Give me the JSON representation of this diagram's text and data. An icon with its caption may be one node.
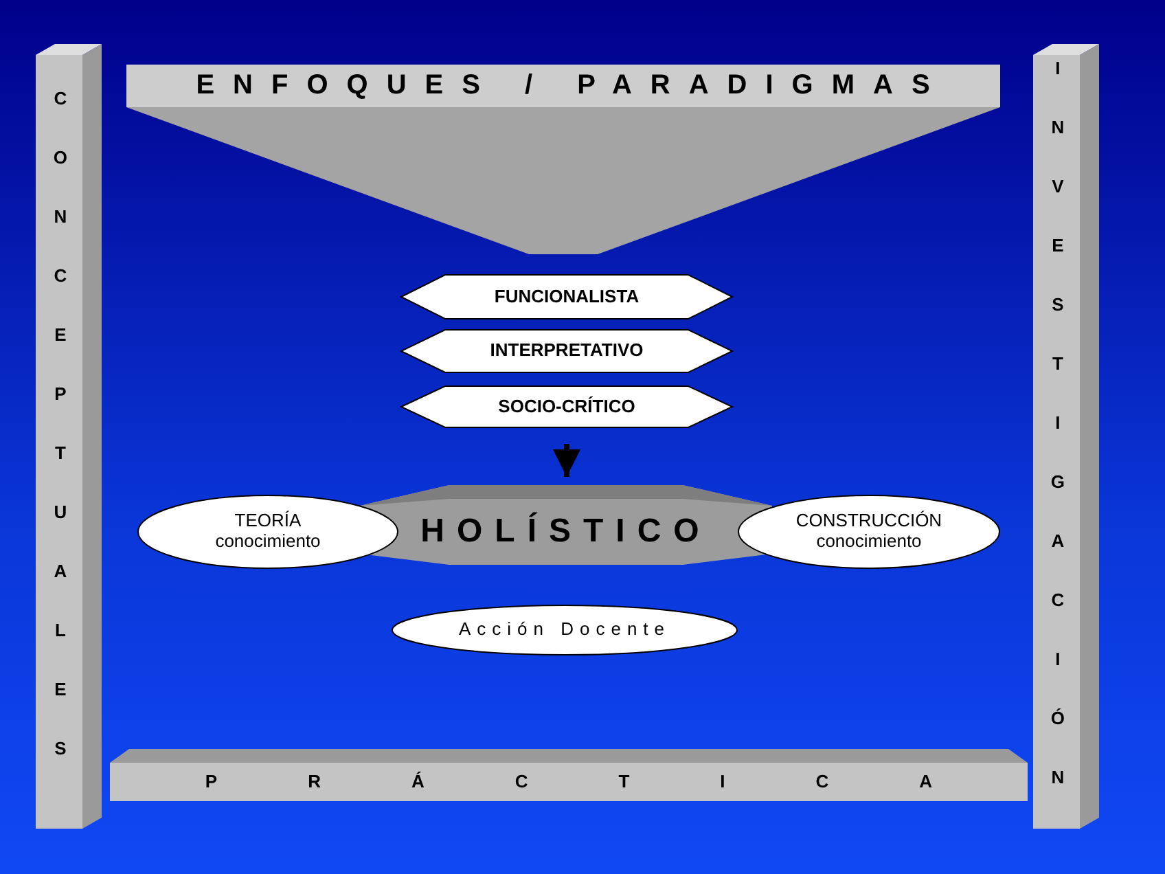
{
  "diagram": {
    "nodes": [
      {
        "text": [
          "ENFOQUES / PARADIGMAS"
        ]
      },
      {
        "text": [
          "CONCEPTUALES"
        ]
      },
      {
        "text": [
          "INVESTIGACIÓN"
        ]
      },
      {
        "text": [
          "FUNCIONALISTA"
        ]
      },
      {
        "text": [
          "INTERPRETATIVO"
        ]
      },
      {
        "text": [
          "SOCIO-CRÍTICO"
        ]
      },
      {
        "text": [
          "HOLÍSTICO"
        ]
      },
      {
        "text": [
          "TEORÍA",
          "conocimiento"
        ]
      },
      {
        "text": [
          "CONSTRUCCIÓN",
          "conocimiento"
        ]
      },
      {
        "text": [
          "Acción Docente"
        ]
      },
      {
        "text": [
          "PRÁCTICA"
        ]
      }
    ],
    "edges": [
      {
        "from": 5,
        "to": 6,
        "arrow": "to"
      }
    ]
  }
}
